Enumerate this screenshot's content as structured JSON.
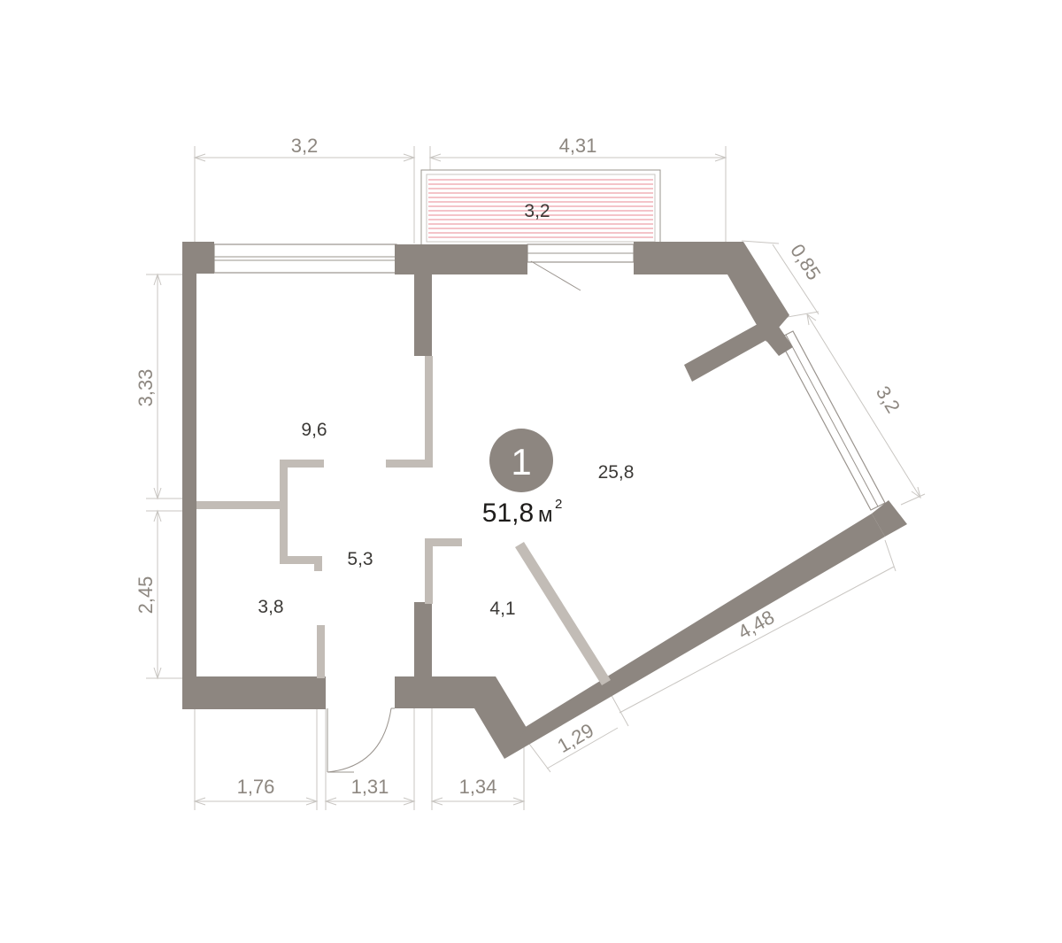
{
  "plan": {
    "apartment_number": "1",
    "total_area": "51,8",
    "area_unit": "м",
    "area_unit_power": "2",
    "colors": {
      "wall": "#8d8680",
      "partition": "#c2bcb6",
      "balcony_hatch": "#e98a93",
      "badge": "#8d8680"
    }
  },
  "rooms": {
    "room_a": "9,6",
    "room_b": "25,8",
    "room_c": "5,3",
    "room_d": "3,8",
    "room_e": "4,1",
    "balcony": "3,2"
  },
  "dimensions": {
    "top_left": "3,2",
    "top_right": "4,31",
    "diag_top": "0,85",
    "diag_right": "3,2",
    "left_top": "3,33",
    "left_bottom": "2,45",
    "bottom_1": "1,76",
    "bottom_2": "1,31",
    "bottom_3": "1,34",
    "bottom_diag_1": "1,29",
    "bottom_diag_2": "4,48"
  }
}
